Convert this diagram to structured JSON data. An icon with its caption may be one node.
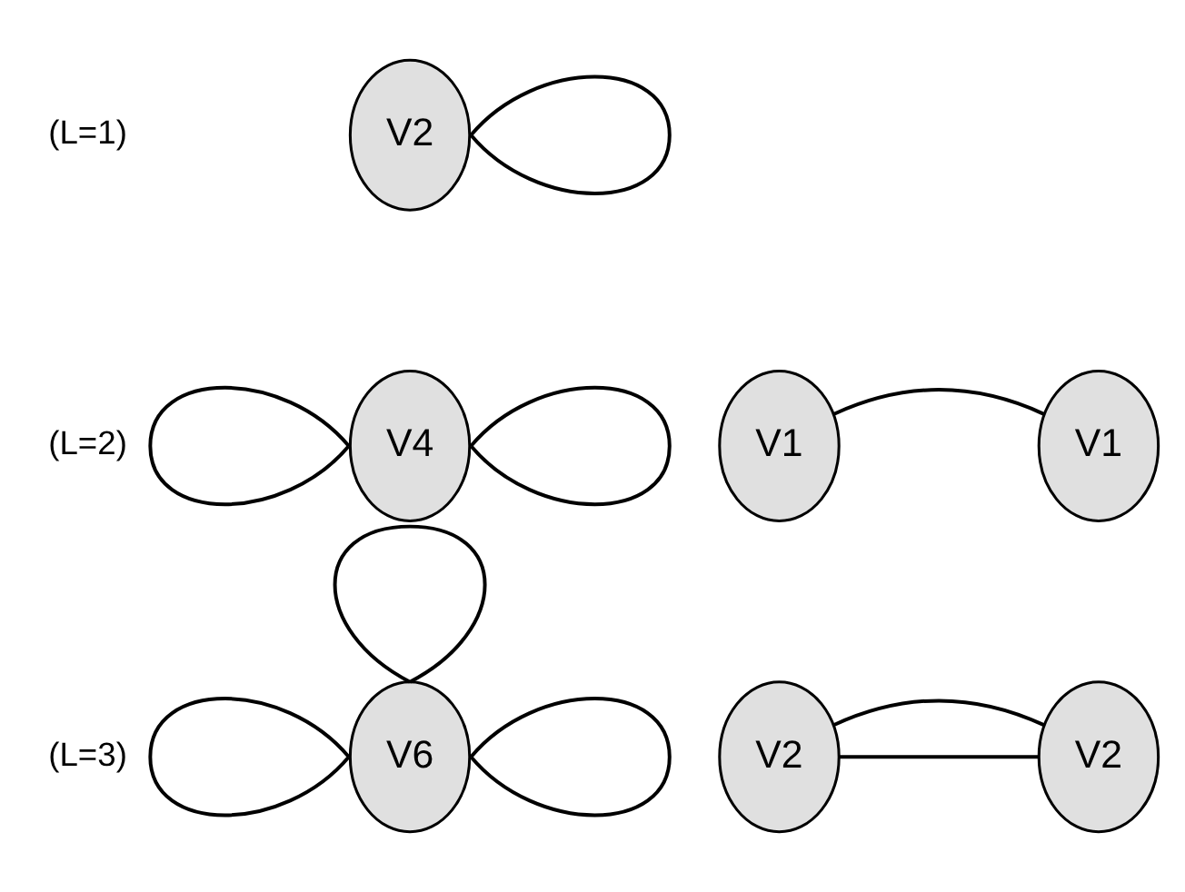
{
  "diagram": {
    "nodes": [
      {
        "text": [
          "V2"
        ]
      },
      {
        "text": [
          "V4"
        ]
      },
      {
        "text": [
          "V1"
        ]
      },
      {
        "text": [
          "V1"
        ]
      },
      {
        "text": [
          "V6"
        ]
      },
      {
        "text": [
          "V2"
        ]
      },
      {
        "text": [
          "V2"
        ]
      }
    ],
    "edges": [
      {
        "from": 0,
        "to": 0,
        "arrow": "none"
      },
      {
        "from": 1,
        "to": 1,
        "arrow": "none"
      },
      {
        "from": 1,
        "to": 1,
        "arrow": "none"
      },
      {
        "from": 2,
        "to": 3,
        "arrow": "none"
      },
      {
        "from": 4,
        "to": 4,
        "arrow": "none"
      },
      {
        "from": 4,
        "to": 4,
        "arrow": "none"
      },
      {
        "from": 4,
        "to": 4,
        "arrow": "none"
      },
      {
        "from": 5,
        "to": 6,
        "arrow": "none"
      },
      {
        "from": 5,
        "to": 6,
        "arrow": "none"
      }
    ],
    "labels": [
      "(L=1)",
      "(L=2)",
      "(L=3)"
    ]
  }
}
